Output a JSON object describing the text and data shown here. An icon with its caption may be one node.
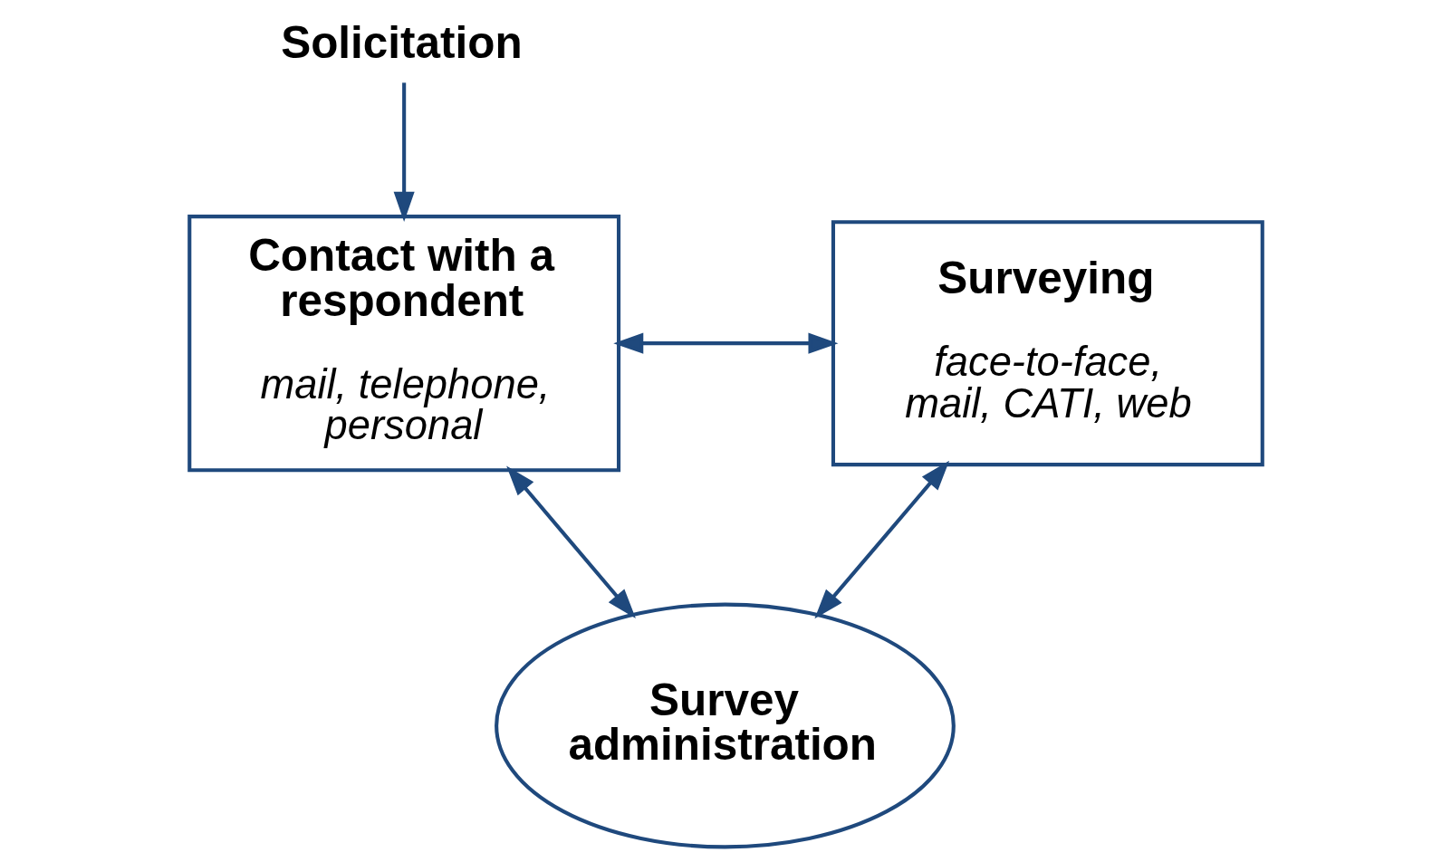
{
  "diagram": {
    "nodes": [
      {
        "text": [
          "Solicitation"
        ]
      },
      {
        "text": [
          "Contact with a respondent",
          "mail, telephone, personal"
        ]
      },
      {
        "text": [
          "Surveying",
          "face-to-face, mail, CATI, web"
        ]
      },
      {
        "text": [
          "Survey administration"
        ]
      }
    ],
    "edges": [
      {
        "from": 0,
        "to": 1,
        "arrow": "to"
      },
      {
        "from": 1,
        "to": 2,
        "arrow": "both"
      },
      {
        "from": 1,
        "to": 3,
        "arrow": "both"
      },
      {
        "from": 2,
        "to": 3,
        "arrow": "both"
      }
    ]
  }
}
